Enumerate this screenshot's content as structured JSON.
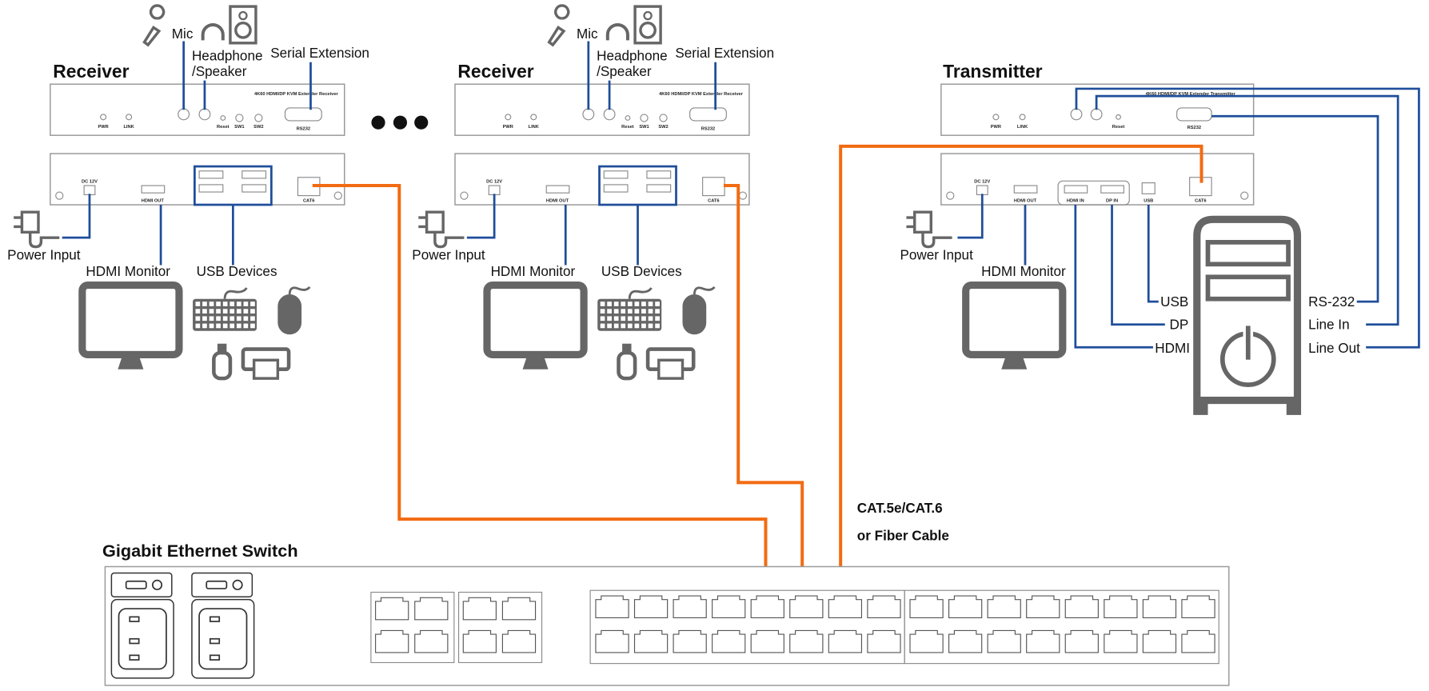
{
  "colors": {
    "cable_orange": "#f26b12",
    "connection_blue": "#1f4e9a",
    "icon_gray": "#666666"
  },
  "receiver1": {
    "title": "Receiver",
    "model": "4K60 HDMI/DP KVM Extender Receiver",
    "pwr": "PWR",
    "link": "LINK",
    "reset": "Reset",
    "sw1": "SW1",
    "sw2": "SW2",
    "rs232": "RS232",
    "dc": "DC 12V",
    "hdmi_out": "HDMI OUT",
    "cat6": "CAT6",
    "mic": "Mic",
    "headphone": "Headphone",
    "speaker": "/Speaker",
    "serial": "Serial Extension",
    "power_input": "Power Input",
    "hdmi_monitor": "HDMI Monitor",
    "usb_devices": "USB Devices"
  },
  "receiver2": {
    "title": "Receiver",
    "model": "4K60 HDMI/DP KVM Extender Receiver",
    "pwr": "PWR",
    "link": "LINK",
    "reset": "Reset",
    "sw1": "SW1",
    "sw2": "SW2",
    "rs232": "RS232",
    "dc": "DC 12V",
    "hdmi_out": "HDMI OUT",
    "cat6": "CAT6",
    "mic": "Mic",
    "headphone": "Headphone",
    "speaker": "/Speaker",
    "serial": "Serial Extension",
    "power_input": "Power Input",
    "hdmi_monitor": "HDMI Monitor",
    "usb_devices": "USB Devices"
  },
  "transmitter": {
    "title": "Transmitter",
    "model": "4K60 HDMI/DP KVM Extender Transmitter",
    "pwr": "PWR",
    "link": "LINK",
    "reset": "Reset",
    "rs232": "RS232",
    "dc": "DC 12V",
    "hdmi_out": "HDMI OUT",
    "hdmi_in": "HDMI IN",
    "dp_in": "DP IN",
    "usb": "USB",
    "cat6": "CAT6",
    "power_input": "Power Input",
    "hdmi_monitor": "HDMI Monitor",
    "pc_usb": "USB",
    "pc_dp": "DP",
    "pc_hdmi": "HDMI",
    "pc_rs232": "RS-232",
    "pc_line_in": "Line In",
    "pc_line_out": "Line Out"
  },
  "cable": {
    "line1": "CAT.5e/CAT.6",
    "line2": "or Fiber Cable"
  },
  "switch": {
    "title": "Gigabit Ethernet Switch"
  }
}
